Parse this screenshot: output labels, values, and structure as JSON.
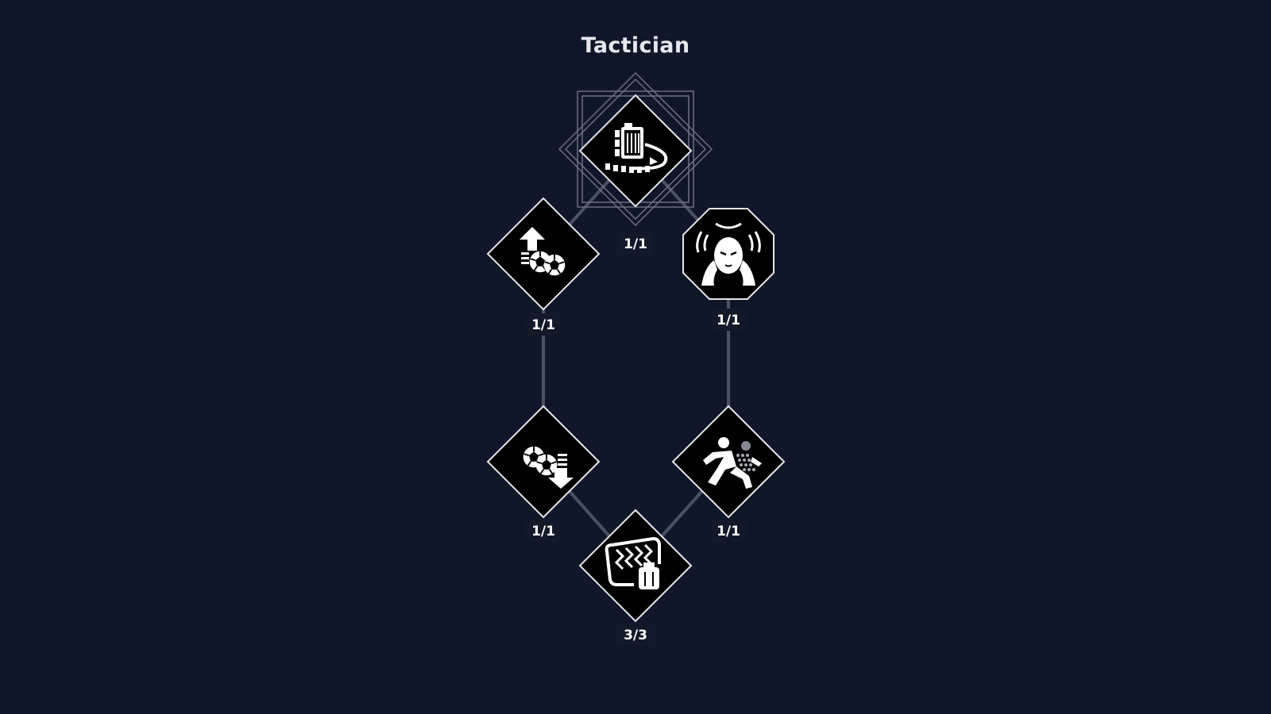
{
  "tree": {
    "title": "Tactician",
    "nodes": [
      {
        "id": "top",
        "rank": "1/1",
        "icon": "deployable-shield-icon",
        "shape": "diamond",
        "keystone": true
      },
      {
        "id": "mid-left",
        "rank": "1/1",
        "icon": "armor-upgrade-icon",
        "shape": "diamond"
      },
      {
        "id": "mid-right",
        "rank": "1/1",
        "icon": "focused-mind-icon",
        "shape": "octagon"
      },
      {
        "id": "low-left",
        "rank": "1/1",
        "icon": "armor-drop-icon",
        "shape": "diamond"
      },
      {
        "id": "low-right",
        "rank": "1/1",
        "icon": "sprinting-runner-icon",
        "shape": "diamond"
      },
      {
        "id": "bottom",
        "rank": "3/3",
        "icon": "barrier-canister-icon",
        "shape": "diamond"
      }
    ]
  },
  "colors": {
    "background": "#0f1729",
    "connector": "#4a5262",
    "node_fill": "#000000",
    "node_border": "#e6e6ea",
    "icon": "#ffffff"
  }
}
